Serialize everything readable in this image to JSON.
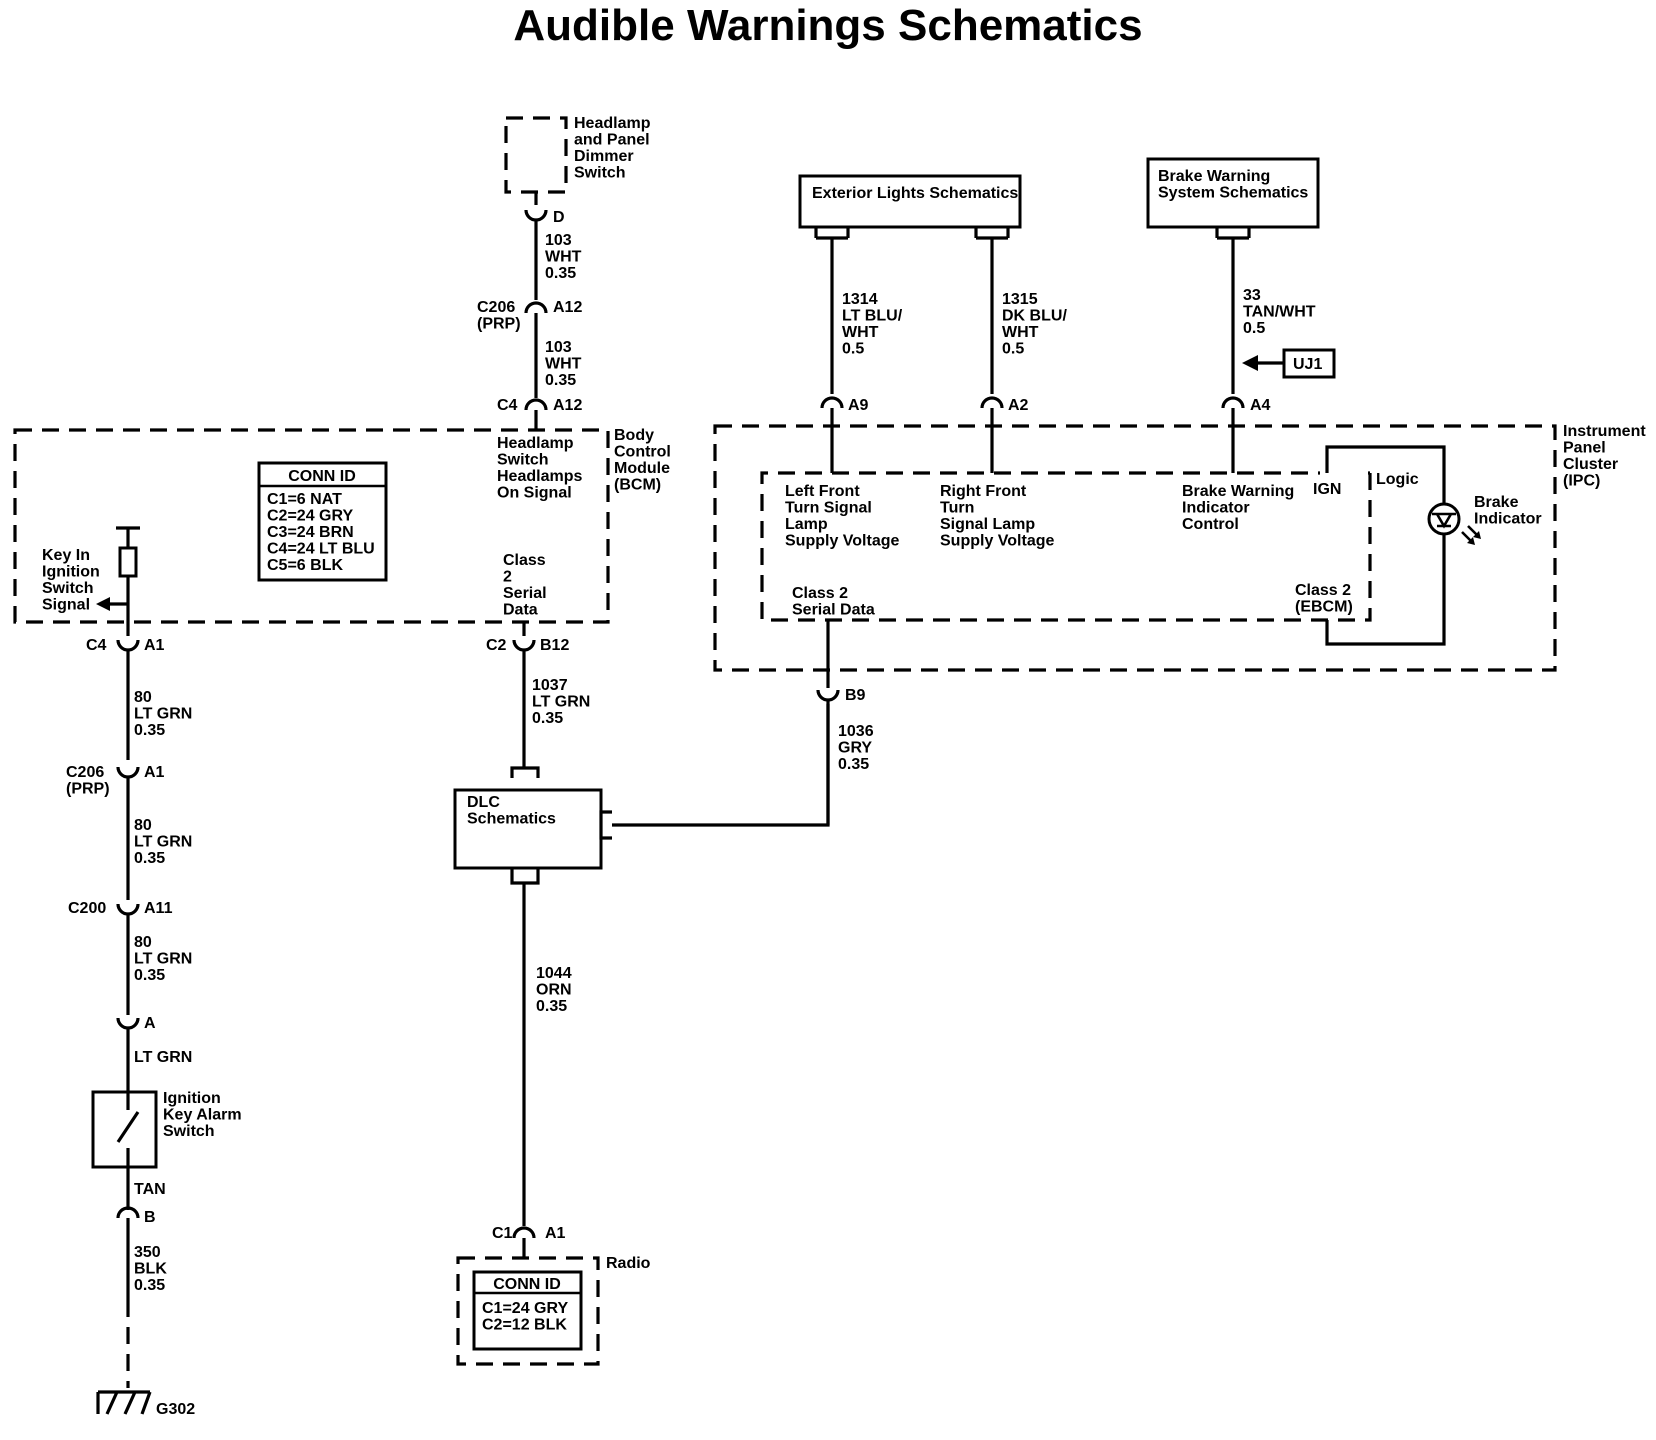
{
  "title": "Audible Warnings Schematics",
  "components": {
    "headlamp_dimmer": {
      "label": [
        "Headlamp",
        "and Panel",
        "Dimmer",
        "Switch"
      ],
      "pin": "D"
    },
    "exterior_lights": {
      "label": "Exterior Lights Schematics"
    },
    "brake_warning_system": {
      "label": [
        "Brake Warning",
        "System Schematics"
      ]
    },
    "uj1": {
      "label": "UJ1"
    },
    "bcm": {
      "name": [
        "Body",
        "Control",
        "Module",
        "(BCM)"
      ],
      "headlamp_signal": [
        "Headlamp",
        "Switch",
        "Headlamps",
        "On Signal"
      ],
      "serial": [
        "Class",
        "2",
        "Serial",
        "Data"
      ],
      "key_signal": [
        "Key In",
        "Ignition",
        "Switch",
        "Signal"
      ],
      "conn_id": {
        "header": "CONN ID",
        "rows": [
          "C1=6 NAT",
          "C2=24 GRY",
          "C3=24 BRN",
          "C4=24 LT BLU",
          "C5=6 BLK"
        ]
      }
    },
    "ipc": {
      "name": [
        "Instrument",
        "Panel",
        "Cluster",
        "(IPC)"
      ],
      "left_front": [
        "Left Front",
        "Turn Signal",
        "Lamp",
        "Supply Voltage"
      ],
      "right_front": [
        "Right Front",
        "Turn",
        "Signal Lamp",
        "Supply Voltage"
      ],
      "brake_ctrl": [
        "Brake Warning",
        "Indicator",
        "Control"
      ],
      "ign": "IGN",
      "logic": "Logic",
      "brake_indicator": [
        "Brake",
        "Indicator"
      ],
      "serial": [
        "Class 2",
        "Serial Data"
      ],
      "ebcm": [
        "Class 2",
        "(EBCM)"
      ]
    },
    "dlc": {
      "label": [
        "DLC",
        "Schematics"
      ]
    },
    "radio": {
      "name": "Radio",
      "conn_id": {
        "header": "CONN ID",
        "rows": [
          "C1=24 GRY",
          "C2=12 BLK"
        ]
      }
    },
    "ignition_key_alarm": {
      "label": [
        "Ignition",
        "Key Alarm",
        "Switch"
      ]
    },
    "ground": {
      "label": "G302"
    }
  },
  "connectors": {
    "c206_a12": {
      "conn": [
        "C206",
        "(PRP)"
      ],
      "pin": "A12"
    },
    "c4_a12": {
      "conn": "C4",
      "pin": "A12"
    },
    "a9": {
      "pin": "A9"
    },
    "a2": {
      "pin": "A2"
    },
    "a4": {
      "pin": "A4"
    },
    "c4_a1": {
      "conn": "C4",
      "pin": "A1"
    },
    "c2_b12": {
      "conn": "C2",
      "pin": "B12"
    },
    "b9": {
      "pin": "B9"
    },
    "c206_a1": {
      "conn": [
        "C206",
        "(PRP)"
      ],
      "pin": "A1"
    },
    "c200_a11": {
      "conn": "C200",
      "pin": "A11"
    },
    "a": {
      "pin": "A"
    },
    "b": {
      "pin": "B"
    },
    "c1_a1": {
      "conn": "C1",
      "pin": "A1"
    }
  },
  "wires": {
    "w103_upper": [
      "103",
      "WHT",
      "0.35"
    ],
    "w103_lower": [
      "103",
      "WHT",
      "0.35"
    ],
    "w1314": [
      "1314",
      "LT BLU/",
      "WHT",
      "0.5"
    ],
    "w1315": [
      "1315",
      "DK BLU/",
      "WHT",
      "0.5"
    ],
    "w33": [
      "33",
      "TAN/WHT",
      "0.5"
    ],
    "w80_1": [
      "80",
      "LT GRN",
      "0.35"
    ],
    "w80_2": [
      "80",
      "LT GRN",
      "0.35"
    ],
    "w80_3": [
      "80",
      "LT GRN",
      "0.35"
    ],
    "w_ltgrn": [
      "LT GRN"
    ],
    "w_tan": [
      "TAN"
    ],
    "w350": [
      "350",
      "BLK",
      "0.35"
    ],
    "w1037": [
      "1037",
      "LT GRN",
      "0.35"
    ],
    "w1036": [
      "1036",
      "GRY",
      "0.35"
    ],
    "w1044": [
      "1044",
      "ORN",
      "0.35"
    ]
  }
}
